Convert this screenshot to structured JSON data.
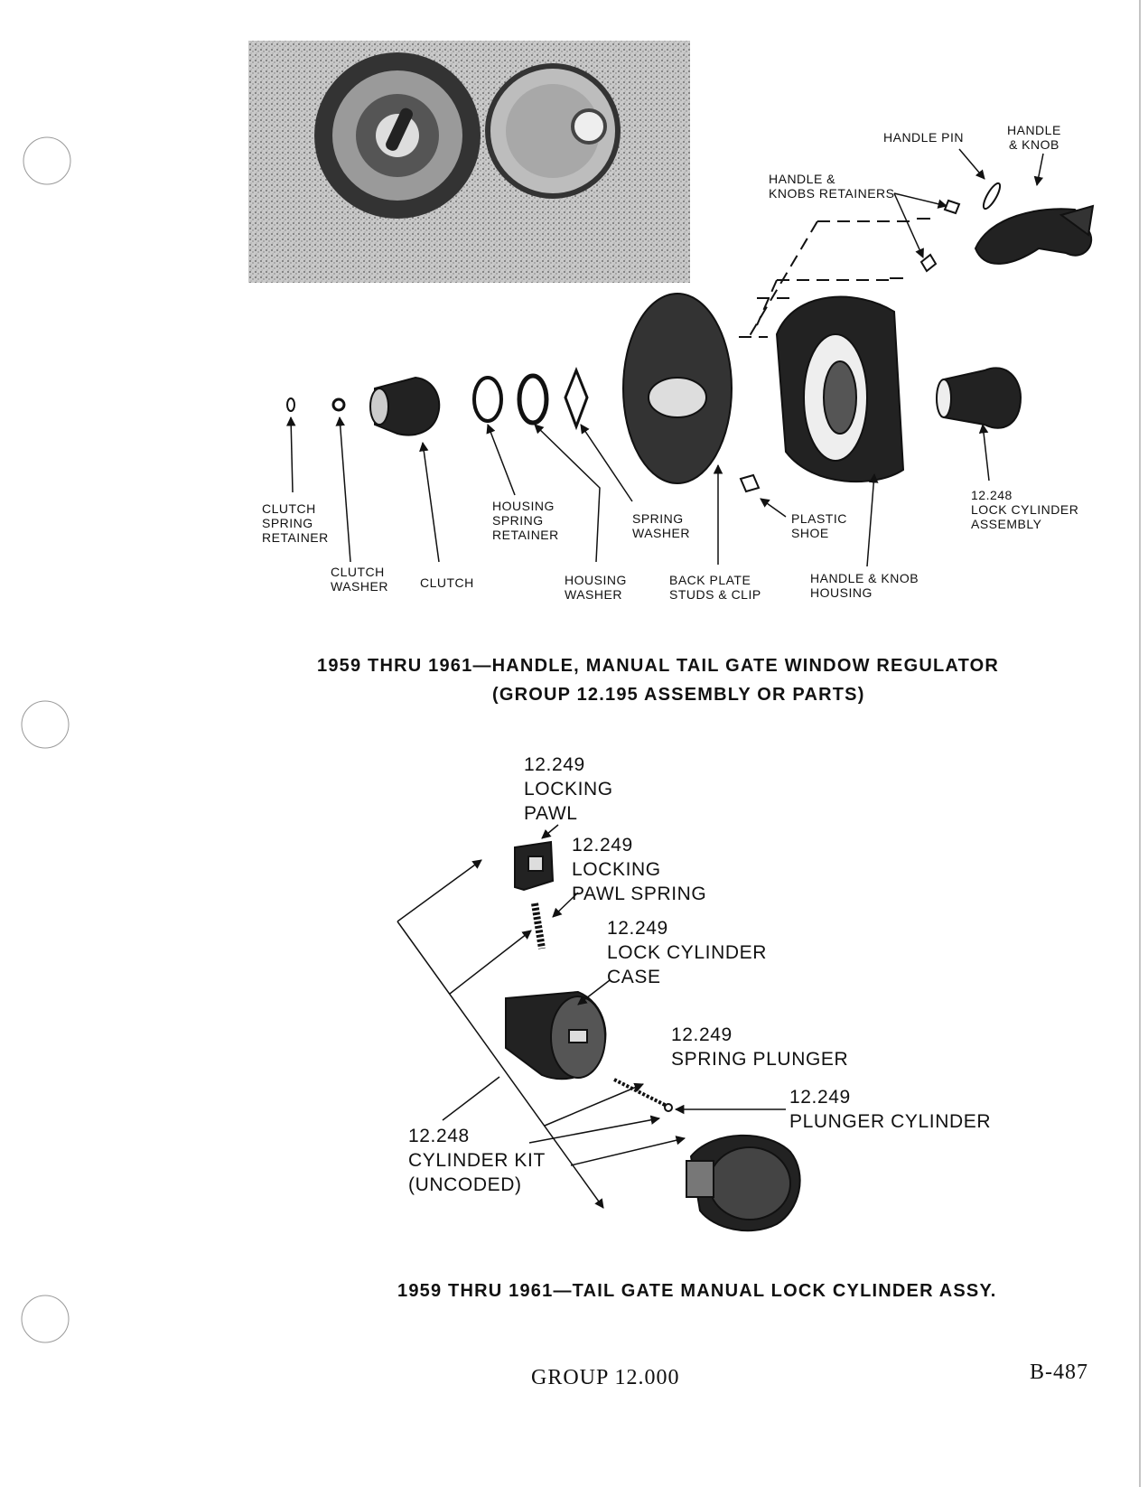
{
  "figure1": {
    "labels": {
      "handle_pin": "HANDLE PIN",
      "handle_knob": [
        "HANDLE",
        "& KNOB"
      ],
      "retainers": [
        "HANDLE &",
        "KNOBS RETAINERS"
      ],
      "clutch_spring_retainer": [
        "CLUTCH",
        "SPRING",
        "RETAINER"
      ],
      "clutch_washer": [
        "CLUTCH",
        "WASHER"
      ],
      "clutch": "CLUTCH",
      "housing_spring_retainer": [
        "HOUSING",
        "SPRING",
        "RETAINER"
      ],
      "housing_washer": [
        "HOUSING",
        "WASHER"
      ],
      "spring_washer": [
        "SPRING",
        "WASHER"
      ],
      "back_plate": [
        "BACK PLATE",
        "STUDS & CLIP"
      ],
      "plastic_shoe": [
        "PLASTIC",
        "SHOE"
      ],
      "handle_knob_housing": [
        "HANDLE & KNOB",
        "HOUSING"
      ],
      "lock_cylinder_assembly": [
        "12.248",
        "LOCK CYLINDER",
        "ASSEMBLY"
      ]
    },
    "caption": [
      "1959 THRU 1961—HANDLE, MANUAL TAIL GATE WINDOW REGULATOR",
      "(GROUP 12.195 ASSEMBLY OR PARTS)"
    ]
  },
  "figure2": {
    "labels": {
      "locking_pawl": [
        "12.249",
        "LOCKING",
        "PAWL"
      ],
      "locking_pawl_spring": [
        "12.249",
        "LOCKING",
        "PAWL SPRING"
      ],
      "lock_cylinder_case": [
        "12.249",
        "LOCK CYLINDER",
        "CASE"
      ],
      "spring_plunger": [
        "12.249",
        "SPRING PLUNGER"
      ],
      "plunger_cylinder": [
        "12.249",
        "PLUNGER CYLINDER"
      ],
      "cylinder_kit": [
        "12.248",
        "CYLINDER KIT",
        "(UNCODED)"
      ]
    },
    "caption": "1959 THRU 1961—TAIL GATE MANUAL LOCK CYLINDER ASSY."
  },
  "footer": {
    "group": "GROUP 12.000",
    "page": "B-487"
  }
}
